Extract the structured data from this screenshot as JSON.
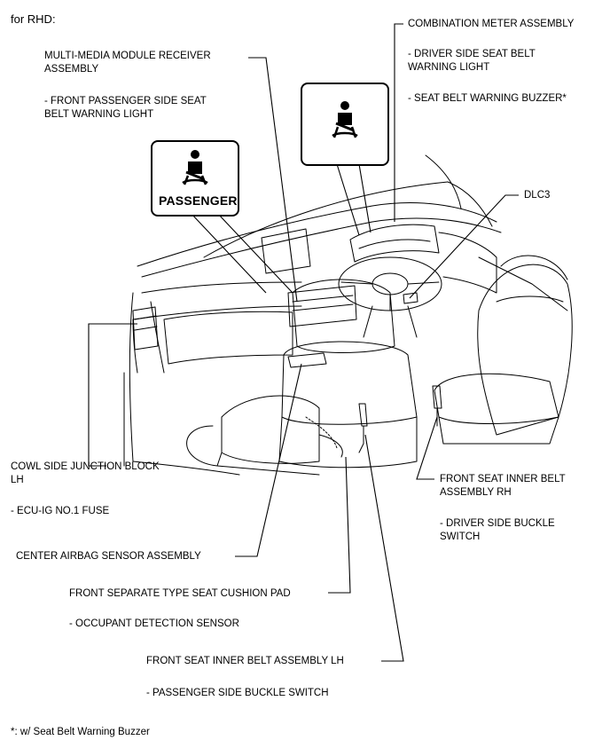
{
  "header": {
    "title": "for RHD:"
  },
  "labels": {
    "combination_meter": "COMBINATION METER ASSEMBLY",
    "driver_belt_light": "- DRIVER SIDE SEAT BELT\nWARNING LIGHT",
    "seat_belt_buzzer": "- SEAT BELT WARNING BUZZER*",
    "multimedia": "MULTI-MEDIA MODULE RECEIVER\nASSEMBLY",
    "passenger_belt_light": "- FRONT PASSENGER SIDE SEAT\nBELT WARNING LIGHT",
    "dlc3": "DLC3",
    "cowl_junction": "COWL SIDE JUNCTION BLOCK\nLH",
    "ecu_ig_fuse": "- ECU-IG NO.1 FUSE",
    "center_airbag": "CENTER AIRBAG SENSOR ASSEMBLY",
    "seat_cushion_pad": "FRONT SEPARATE TYPE SEAT CUSHION PAD",
    "occupant_sensor": "- OCCUPANT DETECTION SENSOR",
    "inner_belt_lh": "FRONT SEAT INNER BELT ASSEMBLY LH",
    "passenger_buckle": "- PASSENGER SIDE BUCKLE SWITCH",
    "inner_belt_rh": "FRONT SEAT INNER BELT\nASSEMBLY RH",
    "driver_buckle": "- DRIVER SIDE BUCKLE\nSWITCH",
    "passenger_icon_text": "PASSENGER"
  },
  "footnote": "*: w/ Seat Belt Warning Buzzer",
  "icons": {
    "passenger_indicator": "seatbelt-person-icon",
    "driver_indicator": "seatbelt-person-icon"
  }
}
